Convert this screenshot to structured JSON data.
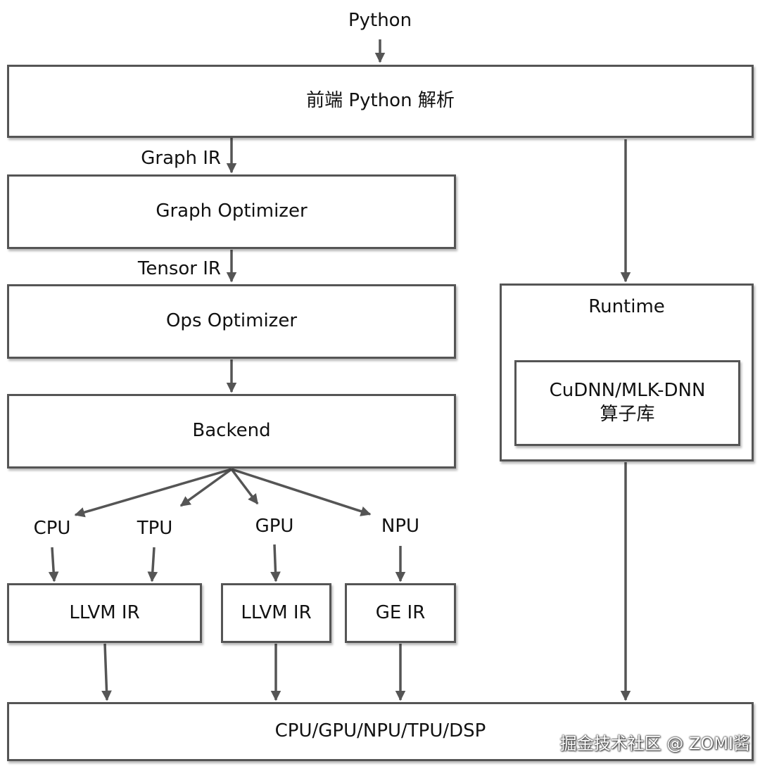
{
  "diagram": {
    "input_label": "Python",
    "frontend_box": "前端 Python 解析",
    "graph_ir_label": "Graph IR",
    "graph_optimizer_box": "Graph Optimizer",
    "tensor_ir_label": "Tensor IR",
    "ops_optimizer_box": "Ops Optimizer",
    "backend_box": "Backend",
    "targets": {
      "cpu": "CPU",
      "tpu": "TPU",
      "gpu": "GPU",
      "npu": "NPU"
    },
    "ir_boxes": {
      "llvm_ir_1": "LLVM IR",
      "llvm_ir_2": "LLVM IR",
      "ge_ir": "GE IR"
    },
    "runtime": {
      "title": "Runtime",
      "library_line1": "CuDNN/MLK-DNN",
      "library_line2": "算子库"
    },
    "hardware_box": "CPU/GPU/NPU/TPU/DSP",
    "watermark": "掘金技术社区 @ ZOMI酱"
  },
  "colors": {
    "stroke": "#555555",
    "text": "#111111",
    "background": "#ffffff"
  }
}
